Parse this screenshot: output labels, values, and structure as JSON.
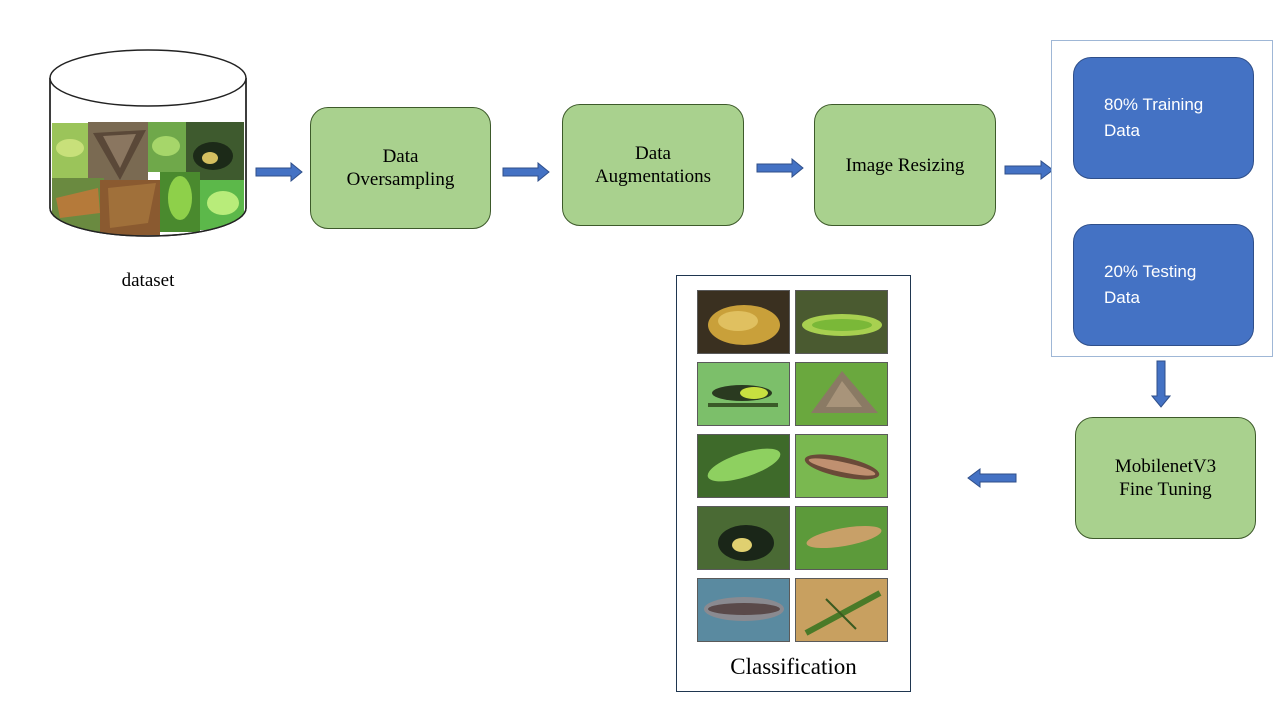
{
  "dataset": {
    "label": "dataset",
    "icon": "cylinder-database-icon"
  },
  "steps": {
    "oversampling": [
      "Data",
      "Oversampling"
    ],
    "augmentations": [
      "Data",
      "Augmentations"
    ],
    "resizing": [
      "Image Resizing"
    ],
    "finetune": [
      "MobilenetV3",
      "Fine Tuning"
    ]
  },
  "split": {
    "training": [
      "80% Training",
      "Data"
    ],
    "testing": [
      "20% Testing",
      "Data"
    ]
  },
  "classification": {
    "label": "Classification"
  },
  "colors": {
    "green_fill": "#a9d18e",
    "blue_fill": "#4472c4",
    "arrow_fill": "#4472c4"
  }
}
